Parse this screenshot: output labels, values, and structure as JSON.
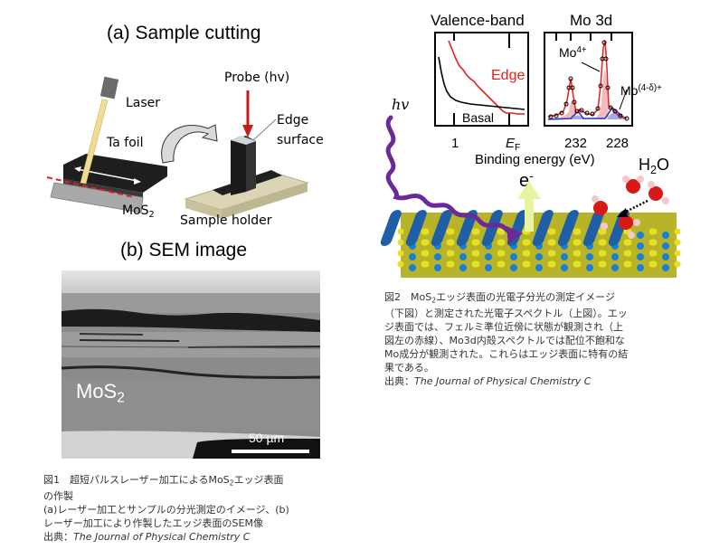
{
  "figure1": {
    "panel_a_title": "(a) Sample cutting",
    "labels": {
      "laser": "Laser",
      "ta_foil": "Ta foil",
      "mos2_base": "MoS",
      "mos2_sub": "2",
      "probe": "Probe (hv)",
      "edge_line1": "Edge",
      "edge_line2": "surface",
      "sample_holder": "Sample holder"
    },
    "panel_b_title": "(b) SEM image",
    "sem": {
      "label_base": "MoS",
      "label_sub": "2",
      "scale_bar": "50 µm"
    },
    "caption": {
      "line1_pre": "図1　超短パルスレーザー加工によるMoS",
      "line1_sub": "2",
      "line1_post": "エッジ表面",
      "line2": "の作製",
      "line3": "(a)レーザー加工とサンプルの分光測定のイメージ、(b)",
      "line4": "レーザー加工により作製したエッジ表面のSEM像",
      "source_label": "出典：",
      "source_journal": "The Journal of Physical Chemistry C"
    }
  },
  "figure2": {
    "valence_title": "Valence-band",
    "mo3d_title": "Mo 3d",
    "edge_label": "Edge",
    "basal_label": "Basal",
    "mo4_base": "Mo",
    "mo4_sup": "4+",
    "mo4d_base": "Mo",
    "mo4d_sup": "(4-δ)+",
    "tick_1": "1",
    "tick_ef_base": "E",
    "tick_ef_sub": "F",
    "tick_232": "232",
    "tick_228": "228",
    "xlabel": "Binding energy (eV)",
    "hv_label": "hv",
    "electron_base": "e",
    "electron_sup": "-",
    "water_base": "H",
    "water_sub": "2",
    "water_post": "O",
    "colors": {
      "edge": "#e8201c",
      "basal": "#000000",
      "photon": "#6a2a9a",
      "electron_arrow": "#e8f5a0",
      "mo_atom": "#1a7fd4",
      "s_atom": "#e8e020",
      "oxygen": "#e01818"
    },
    "caption": {
      "line1_pre": "図2　MoS",
      "line1_sub": "2",
      "line1_post": "エッジ表面の光電子分光の測定イメージ",
      "line2": "（下図）と測定された光電子スペクトル（上図）。エッ",
      "line3": "ジ表面では、フェルミ準位近傍に状態が観測され（上",
      "line4": "図左の赤線）、Mo3d内殻スペクトルでは配位不飽和な",
      "line5": "Mo成分が観測された。これらはエッジ表面に特有の結",
      "line6": "果である。",
      "source_label": "出典：",
      "source_journal": "The Journal of Physical Chemistry C"
    }
  }
}
